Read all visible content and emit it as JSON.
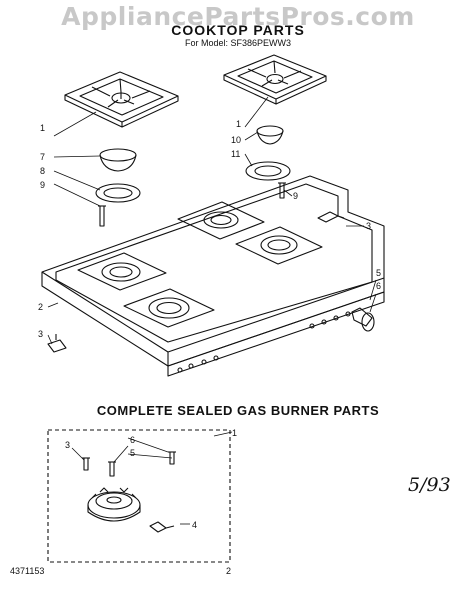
{
  "watermark": "AppliancePartsPros.com",
  "title": "COOKTOP PARTS",
  "subtitle": "For Model: SF386PEWW3",
  "section_title": "COMPLETE SEALED GAS BURNER PARTS",
  "handwritten_date": "5/93",
  "doc_number": "4371153",
  "page_number": "2",
  "callouts": {
    "c1a": "1",
    "c7": "7",
    "c8": "8",
    "c9a": "9",
    "c1b": "1",
    "c10": "10",
    "c11": "11",
    "c9b": "9",
    "c3a": "3",
    "c5a": "5",
    "c6a": "6",
    "c2": "2",
    "c3b": "3",
    "c1c": "1",
    "c3c": "3",
    "c6b": "6",
    "c5b": "5",
    "c4": "4"
  }
}
